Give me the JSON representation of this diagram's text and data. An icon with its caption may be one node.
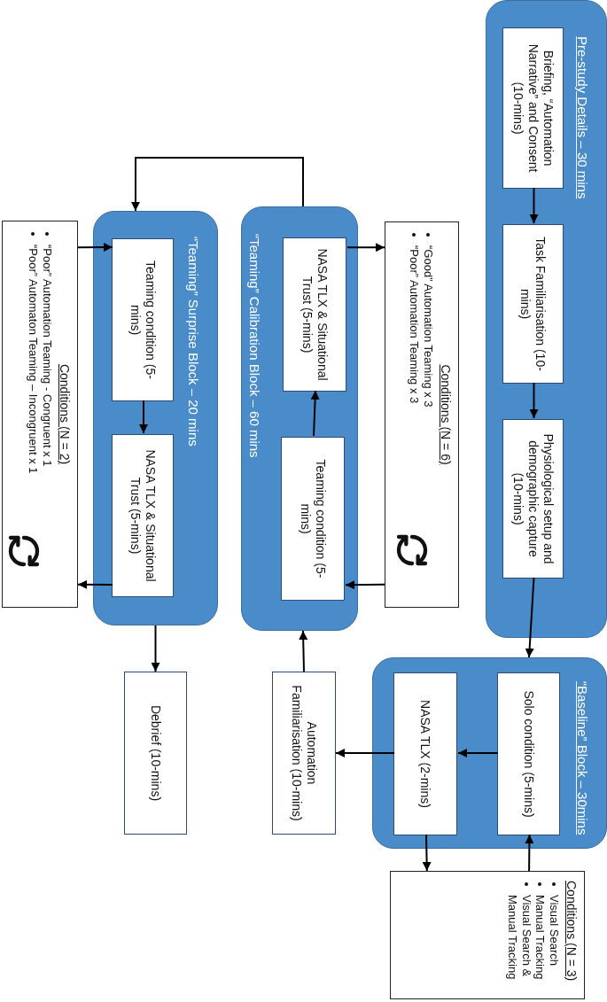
{
  "diagram": {
    "nodes": [
      {
        "text": [
          "Pre-study Details – 30 mins"
        ]
      },
      {
        "text": [
          "Briefing, “Automation Narrative” and Consent (10-mins)"
        ],
        "in": 0
      },
      {
        "text": [
          "Task Familiarisation (10-mins)"
        ],
        "in": 0
      },
      {
        "text": [
          "Physiological setup and demographic capture (10-mins)"
        ],
        "in": 0
      },
      {
        "text": [
          "“Baseline” Block – 30mins"
        ]
      },
      {
        "text": [
          "Solo condition (5-mins)"
        ],
        "in": 4
      },
      {
        "text": [
          "NASA TLX (2-mins)"
        ],
        "in": 4
      },
      {
        "text": [
          "Conditions (N = 3)",
          "Visual Search",
          "Manual Tracking",
          "Visual Search & Manual Tracking"
        ]
      },
      {
        "text": [
          "Automation Familiarisation (10-mins)"
        ]
      },
      {
        "text": [
          "“Teaming” Calibration Block – 60 mins"
        ]
      },
      {
        "text": [
          "NASA TLX & Situational Trust (5-mins)"
        ],
        "in": 9
      },
      {
        "text": [
          "Teaming condition (5-mins)"
        ],
        "in": 9
      },
      {
        "text": [
          "Conditions (N = 6)",
          "“Good” Automation Teaming x 3",
          "“Poor” Automation Teaming x 3"
        ]
      },
      {
        "text": [
          "“Teaming” Surprise Block – 20 mins"
        ]
      },
      {
        "text": [
          "Teaming condition (5-mins)"
        ],
        "in": 13
      },
      {
        "text": [
          "NASA TLX & Situational Trust (5-mins)"
        ],
        "in": 13
      },
      {
        "text": [
          "Conditions (N = 2)",
          "“Poor” Automation Teaming - Congruent x 1",
          "“Poor” Automaton Teaming – Incongruent x 1"
        ]
      },
      {
        "text": [
          "Debrief (10-mins)"
        ]
      }
    ],
    "edges": [
      {
        "from": 1,
        "to": 2,
        "arrow": "to"
      },
      {
        "from": 2,
        "to": 3,
        "arrow": "to"
      },
      {
        "from": 3,
        "to": 4,
        "arrow": "to"
      },
      {
        "from": 7,
        "to": 5,
        "arrow": "to"
      },
      {
        "from": 6,
        "to": 7,
        "arrow": "to"
      },
      {
        "from": 5,
        "to": 6,
        "arrow": "to"
      },
      {
        "from": 6,
        "to": 8,
        "arrow": "to"
      },
      {
        "from": 8,
        "to": 9,
        "arrow": "to"
      },
      {
        "from": 12,
        "to": 11,
        "arrow": "to"
      },
      {
        "from": 11,
        "to": 10,
        "arrow": "to"
      },
      {
        "from": 10,
        "to": 12,
        "arrow": "to"
      },
      {
        "from": 9,
        "to": 13,
        "arrow": "to"
      },
      {
        "from": 16,
        "to": 14,
        "arrow": "to"
      },
      {
        "from": 14,
        "to": 15,
        "arrow": "to"
      },
      {
        "from": 15,
        "to": 16,
        "arrow": "to"
      },
      {
        "from": 13,
        "to": 17,
        "arrow": "to"
      }
    ]
  }
}
